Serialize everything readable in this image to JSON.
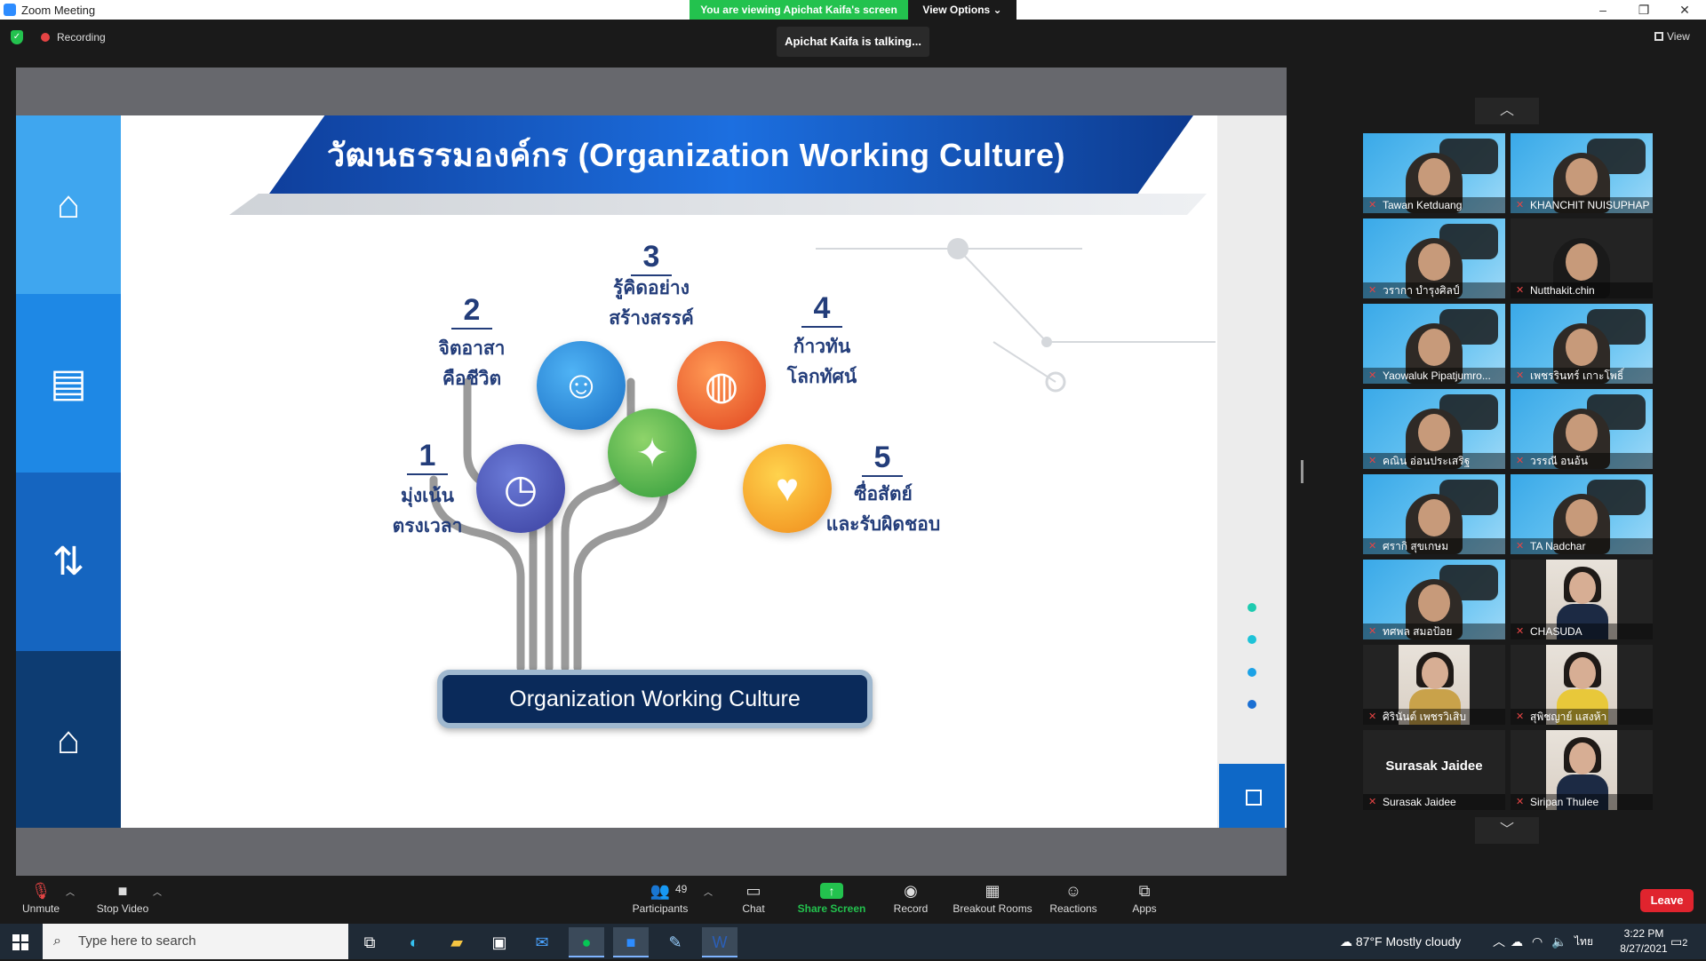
{
  "window": {
    "title": "Zoom Meeting",
    "viewing_banner": "You are viewing Apichat Kaifa's screen",
    "view_options": "View Options ⌄",
    "minimize": "–",
    "restore": "❐",
    "close": "✕"
  },
  "meeting": {
    "recording_label": "Recording",
    "talking_indicator": "Apichat Kaifa is talking...",
    "view_label": "View"
  },
  "slide": {
    "title": "วัฒนธรรมองค์กร (Organization Working Culture)",
    "footer": "Organization Working Culture",
    "items": [
      {
        "number": "1",
        "line1": "มุ่งเน้น",
        "line2": "ตรงเวลา"
      },
      {
        "number": "2",
        "line1": "จิตอาสา",
        "line2": "คือชีวิต"
      },
      {
        "number": "3",
        "line1": "รู้คิดอย่าง",
        "line2": "สร้างสรรค์"
      },
      {
        "number": "4",
        "line1": "ก้าวทัน",
        "line2": "โลกทัศน์"
      },
      {
        "number": "5",
        "line1": "ซื่อสัตย์",
        "line2": "และรับผิดชอบ"
      }
    ],
    "colors": {
      "sidebar": [
        "#3fa6ef",
        "#1e88e5",
        "#1565c0",
        "#0d3c72"
      ],
      "dots": [
        "#1ecbb0",
        "#1ec3d8",
        "#1ca2e6",
        "#1a6fd3"
      ]
    }
  },
  "gallery": {
    "up_icon": "︿",
    "down_icon": "﹀",
    "tiles": [
      {
        "name": "Tawan Ketduang",
        "type": "slide"
      },
      {
        "name": "KHANCHIT NUISUPHAP",
        "type": "slide"
      },
      {
        "name": "วรากา บำรุงศิลป์",
        "type": "slide"
      },
      {
        "name": "Nutthakit.chin",
        "type": "dark"
      },
      {
        "name": "Yaowaluk Pipatjumro...",
        "type": "slide"
      },
      {
        "name": "เพชรรินทร์ เกาะโพธิ์",
        "type": "slide"
      },
      {
        "name": "คณิน อ่อนประเสริฐ",
        "type": "slide"
      },
      {
        "name": "วรรณี อนอ้น",
        "type": "slide"
      },
      {
        "name": "ศรากิ สุขเกษม",
        "type": "slide"
      },
      {
        "name": "TA Nadchar",
        "type": "slide"
      },
      {
        "name": "ทศพล สมอป้อย",
        "type": "slide"
      },
      {
        "name": "CHASUDA",
        "type": "photo"
      },
      {
        "name": "ศิรินันต์ เพชรวิเสิบ",
        "type": "photo"
      },
      {
        "name": "สุพิชญาย์ แสงห้า",
        "type": "photo"
      },
      {
        "name": "Surasak Jaidee",
        "type": "name",
        "display": "Surasak Jaidee"
      },
      {
        "name": "Siripan Thulee",
        "type": "photo"
      }
    ]
  },
  "toolbar": {
    "unmute": "Unmute",
    "stop_video": "Stop Video",
    "participants": "Participants",
    "participant_count": "49",
    "chat": "Chat",
    "share_screen": "Share Screen",
    "record": "Record",
    "breakout_rooms": "Breakout Rooms",
    "reactions": "Reactions",
    "apps": "Apps",
    "leave": "Leave"
  },
  "taskbar": {
    "search_placeholder": "Type here to search",
    "weather": "87°F  Mostly cloudy",
    "language": "ไทย",
    "time": "3:22 PM",
    "date": "8/27/2021",
    "notification_count": "2"
  }
}
